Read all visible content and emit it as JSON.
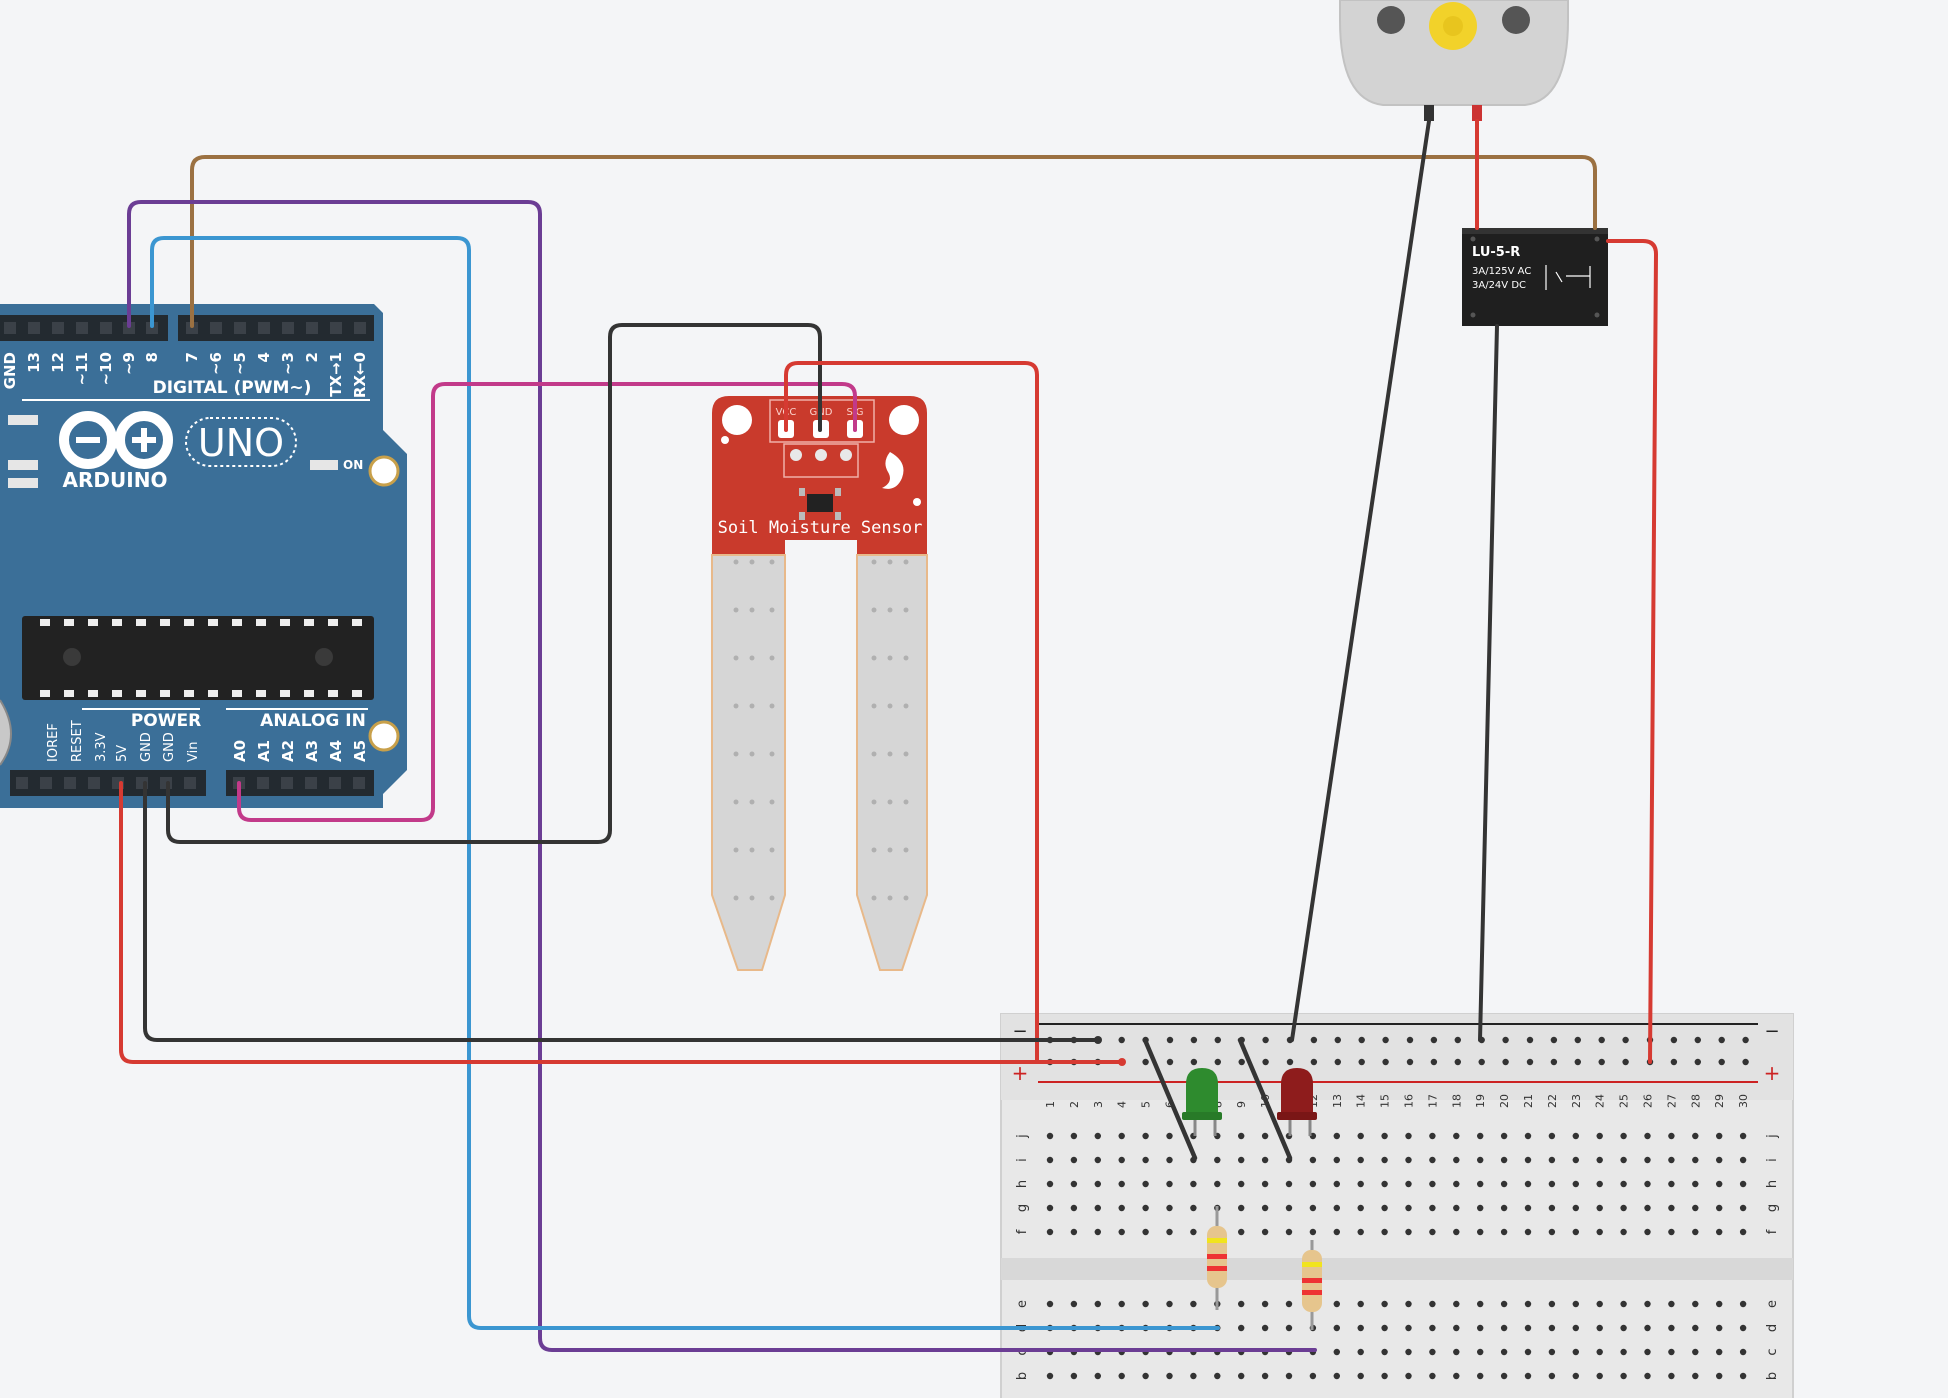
{
  "arduino": {
    "digital_pins": [
      "GND",
      "13",
      "12",
      "~11",
      "~10",
      "~9",
      "8",
      "7",
      "~6",
      "~5",
      "4",
      "~3",
      "2",
      "TX→1",
      "RX←0"
    ],
    "digital_label": "DIGITAL (PWM~)",
    "brand": "ARDUINO",
    "model": "UNO",
    "on_label": "ON",
    "power_label": "POWER",
    "analog_label": "ANALOG IN",
    "power_pins": [
      "IOREF",
      "RESET",
      "3.3V",
      "5V",
      "GND",
      "GND",
      "Vin"
    ],
    "analog_pins": [
      "A0",
      "A1",
      "A2",
      "A3",
      "A4",
      "A5"
    ]
  },
  "sensor": {
    "label": "Soil Moisture Sensor",
    "pins": [
      "VCC",
      "GND",
      "SIG"
    ]
  },
  "relay": {
    "model": "LU-5-R",
    "rating_ac": "3A/125V AC",
    "rating_dc": "3A/24V  DC"
  },
  "breadboard": {
    "minus_label": "−",
    "plus_label": "+",
    "columns": [
      "1",
      "2",
      "3",
      "4",
      "5",
      "6",
      "7",
      "8",
      "9",
      "10",
      "11",
      "12",
      "13",
      "14",
      "15",
      "16",
      "17",
      "18",
      "19",
      "20",
      "21",
      "22",
      "23",
      "24",
      "25",
      "26",
      "27",
      "28",
      "29",
      "30"
    ],
    "rows_top": [
      "j",
      "i",
      "h",
      "g",
      "f"
    ],
    "rows_bottom": [
      "e",
      "d",
      "c",
      "b"
    ]
  },
  "colors": {
    "wire_red": "#d63a32",
    "wire_black": "#343434",
    "wire_blue": "#3b96d1",
    "wire_purple": "#6b3d94",
    "wire_brown": "#9b7142",
    "wire_magenta": "#c23a8a",
    "arduino_blue": "#3b6f98",
    "sensor_red": "#c93a2c",
    "led_green": "#2e8b2e",
    "led_red": "#8e1c1c"
  }
}
